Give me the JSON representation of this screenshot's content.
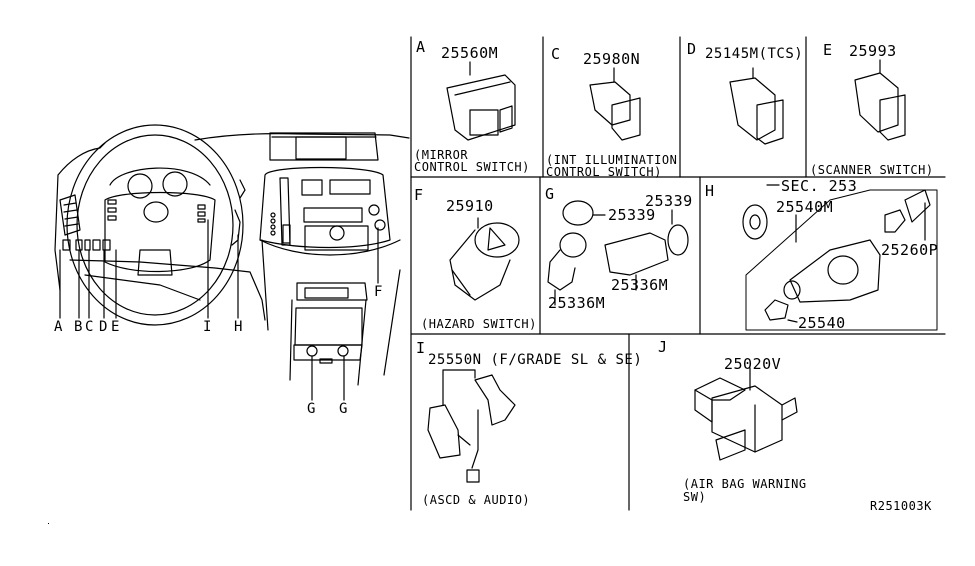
{
  "diagram": {
    "reference_code": "R251003K",
    "overview": {
      "location_labels": [
        "A",
        "B",
        "C",
        "D",
        "E",
        "I",
        "H",
        "F",
        "G",
        "G"
      ]
    },
    "panels": [
      {
        "id": "A",
        "part_numbers": [
          "25560M"
        ],
        "caption": [
          "(MIRROR",
          "CONTROL SWITCH)"
        ]
      },
      {
        "id": "C",
        "part_numbers": [
          "25980N"
        ],
        "caption": [
          "(INT ILLUMINATION",
          "CONTROL SWITCH)"
        ]
      },
      {
        "id": "D",
        "part_numbers": [
          "25145M(TCS)"
        ],
        "caption": []
      },
      {
        "id": "E",
        "part_numbers": [
          "25993"
        ],
        "caption": [
          "(SCANNER SWITCH)"
        ]
      },
      {
        "id": "F",
        "part_numbers": [
          "25910"
        ],
        "caption": [
          "(HAZARD SWITCH)"
        ]
      },
      {
        "id": "G",
        "part_numbers": [
          "25339",
          "25339",
          "25336M",
          "25336M"
        ],
        "caption": []
      },
      {
        "id": "H",
        "part_numbers": [
          "SEC. 253",
          "25540M",
          "25260P",
          "25540"
        ],
        "caption": []
      },
      {
        "id": "I",
        "part_numbers": [
          "25550N (F/GRADE SL & SE)"
        ],
        "caption": [
          "(ASCD & AUDIO)"
        ]
      },
      {
        "id": "J",
        "part_numbers": [
          "25020V"
        ],
        "caption": [
          "(AIR BAG WARNING",
          "SW)"
        ]
      }
    ]
  }
}
